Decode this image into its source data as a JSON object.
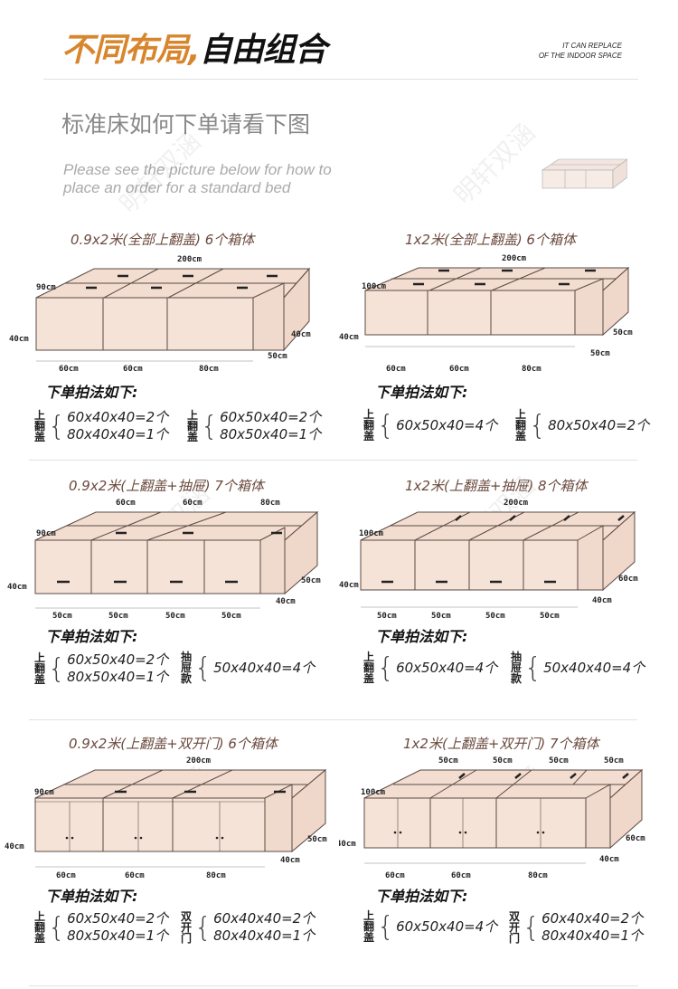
{
  "header": {
    "title_accent": "不同布局,",
    "title_main": "自由组合",
    "tagline_1": "IT CAN REPLACE",
    "tagline_2": "OF THE INDOOR SPACE"
  },
  "intro": {
    "subtitle_cn": "标准床如何下单请看下图",
    "subtitle_en_1": "Please see the picture below for how to",
    "subtitle_en_2": "place an order for a standard bed"
  },
  "watermark": "明轩双涵",
  "order_heading": "下单拍法如下:",
  "colors": {
    "accent": "#d8862e",
    "box_fill": "#f6e3d8",
    "box_top": "#f3ddd0",
    "box_side": "#efd7c9",
    "title_brown": "#6b4a3e"
  },
  "panels": [
    {
      "title": "0.9x2米(全部上翻盖) 6个箱体",
      "dims": {
        "width": "200cm",
        "depth": "90cm",
        "height": "40cm",
        "side_a": "40cm",
        "side_b": "50cm",
        "bottom": [
          "60cm",
          "60cm",
          "80cm"
        ]
      },
      "groups": [
        {
          "label": [
            "上",
            "翻",
            "盖"
          ],
          "lines": [
            "60x40x40=2个",
            "80x40x40=1个"
          ]
        },
        {
          "label": [
            "上",
            "翻",
            "盖"
          ],
          "lines": [
            "60x50x40=2个",
            "80x50x40=1个"
          ]
        }
      ]
    },
    {
      "title": "1x2米(全部上翻盖) 6个箱体",
      "dims": {
        "width": "200cm",
        "depth": "100cm",
        "height": "40cm",
        "side_a": "50cm",
        "side_b": "50cm",
        "bottom": [
          "60cm",
          "60cm",
          "80cm"
        ]
      },
      "groups": [
        {
          "label": [
            "上",
            "翻",
            "盖"
          ],
          "lines": [
            "60x50x40=4个"
          ]
        },
        {
          "label": [
            "上",
            "翻",
            "盖"
          ],
          "lines": [
            "80x50x40=2个"
          ]
        }
      ]
    },
    {
      "title": "0.9x2米(上翻盖+抽屉) 7个箱体",
      "dims": {
        "top": [
          "60cm",
          "60cm",
          "80cm"
        ],
        "depth": "90cm",
        "height": "40cm",
        "side_a": "50cm",
        "side_b": "40cm",
        "bottom": [
          "50cm",
          "50cm",
          "50cm",
          "50cm"
        ]
      },
      "groups": [
        {
          "label": [
            "上",
            "翻",
            "盖"
          ],
          "lines": [
            "60x50x40=2个",
            "80x50x40=1个"
          ]
        },
        {
          "label": [
            "抽",
            "屉",
            "款"
          ],
          "lines": [
            "50x40x40=4个"
          ]
        }
      ]
    },
    {
      "title": "1x2米(上翻盖+抽屉) 8个箱体",
      "dims": {
        "width": "200cm",
        "depth": "100cm",
        "height": "40cm",
        "side_a": "60cm",
        "side_b": "40cm",
        "bottom": [
          "50cm",
          "50cm",
          "50cm",
          "50cm"
        ]
      },
      "groups": [
        {
          "label": [
            "上",
            "翻",
            "盖"
          ],
          "lines": [
            "60x50x40=4个"
          ]
        },
        {
          "label": [
            "抽",
            "屉",
            "款"
          ],
          "lines": [
            "50x40x40=4个"
          ]
        }
      ]
    },
    {
      "title": "0.9x2米(上翻盖+双开门) 6个箱体",
      "dims": {
        "width": "200cm",
        "depth": "90cm",
        "height": "40cm",
        "side_a": "50cm",
        "side_b": "40cm",
        "bottom": [
          "60cm",
          "60cm",
          "80cm"
        ]
      },
      "groups": [
        {
          "label": [
            "上",
            "翻",
            "盖"
          ],
          "lines": [
            "60x50x40=2个",
            "80x50x40=1个"
          ]
        },
        {
          "label": [
            "双",
            "开",
            "门"
          ],
          "lines": [
            "60x40x40=2个",
            "80x40x40=1个"
          ]
        }
      ]
    },
    {
      "title": "1x2米(上翻盖+双开门) 7个箱体",
      "dims": {
        "top": [
          "50cm",
          "50cm",
          "50cm",
          "50cm"
        ],
        "depth": "100cm",
        "height": "40cm",
        "side_a": "60cm",
        "side_b": "40cm",
        "bottom": [
          "60cm",
          "60cm",
          "80cm"
        ]
      },
      "groups": [
        {
          "label": [
            "上",
            "翻",
            "盖"
          ],
          "lines": [
            "60x50x40=4个"
          ]
        },
        {
          "label": [
            "双",
            "开",
            "门"
          ],
          "lines": [
            "60x40x40=2个",
            "80x40x40=1个"
          ]
        }
      ]
    }
  ]
}
